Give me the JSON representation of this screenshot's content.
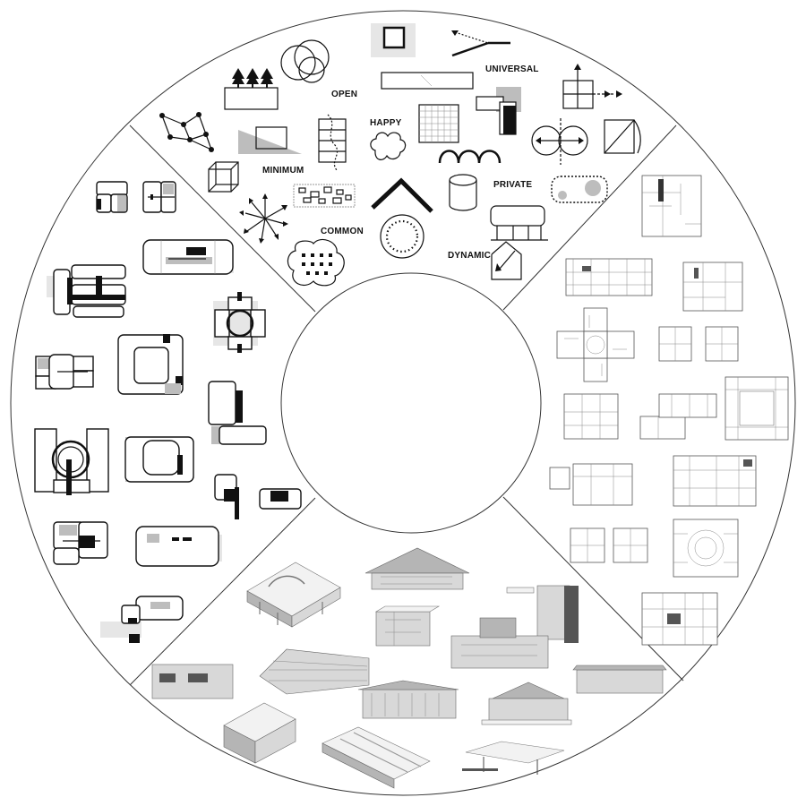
{
  "labels": {
    "open": "OPEN",
    "universal": "UNIVERSAL",
    "happy": "HAPPY",
    "minimum": "MINIMUM",
    "private": "PRIVATE",
    "common": "COMMON",
    "dynamic": "DYNAMIC"
  },
  "sectors": [
    {
      "id": "concept-icons",
      "position": "top"
    },
    {
      "id": "floor-plans",
      "position": "right"
    },
    {
      "id": "building-models",
      "position": "bottom"
    },
    {
      "id": "spatial-diagrams",
      "position": "left"
    }
  ],
  "colors": {
    "ink": "#111111",
    "grey": "#bdbdbd",
    "light_grey": "#e6e6e6",
    "ring": "#333333"
  },
  "icons": [
    "trees-on-box-icon",
    "circles-venn-icon",
    "square-in-grey-icon",
    "arrows-merge-icon",
    "network-graph-icon",
    "long-bar-icon",
    "triangle-wedge-icon",
    "stair-section-icon",
    "cloud-icon",
    "grid-icon",
    "interlocked-squares-icon",
    "cross-arrows-icon",
    "cube-icon",
    "scattered-rectangles-icon",
    "roof-chevron-icon",
    "cylinder-icon",
    "arches-icon",
    "circles-axis-icon",
    "quarter-circle-square-icon",
    "dotted-ring-icon",
    "radial-arrows-icon",
    "dot-grid-blob-icon",
    "table-canopy-icon",
    "dotted-pill-icon",
    "house-arrow-icon"
  ]
}
